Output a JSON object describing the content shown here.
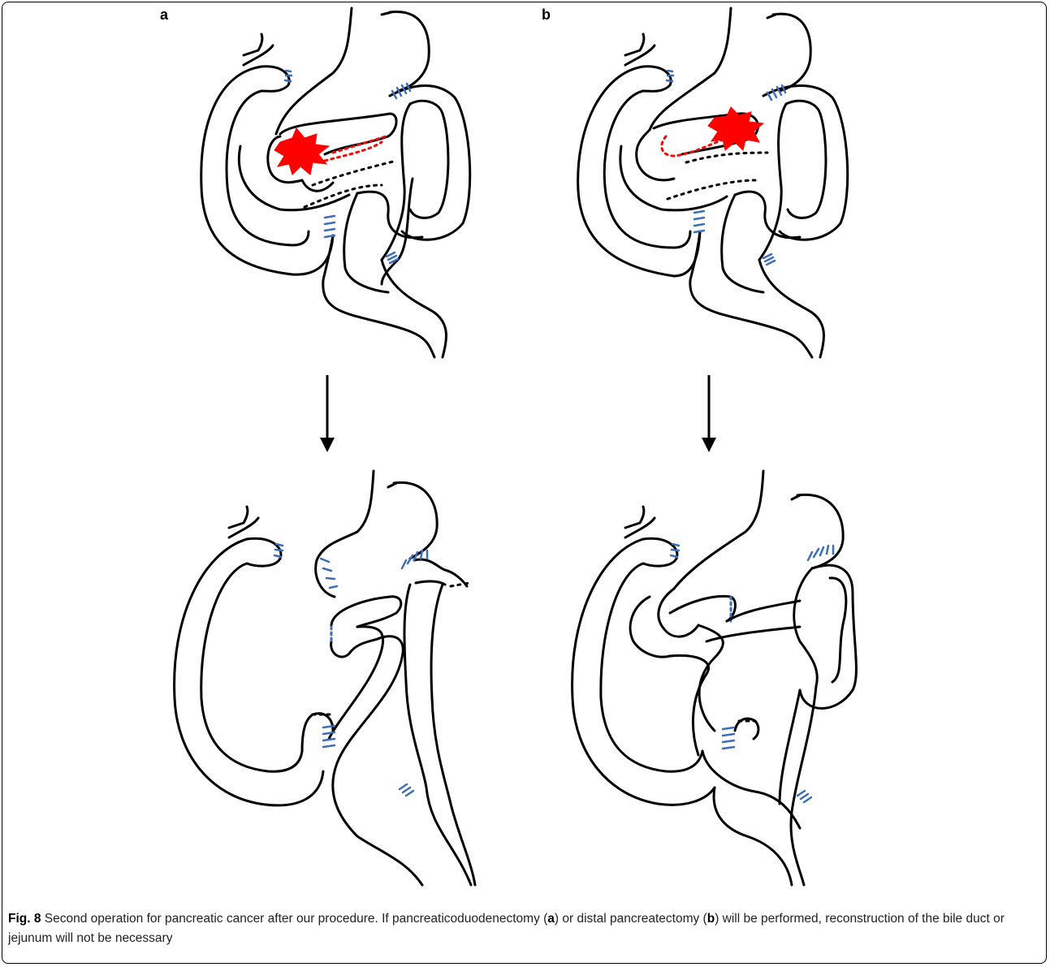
{
  "figure": {
    "panel_labels": {
      "a": "a",
      "b": "b"
    },
    "caption": {
      "fig_label": "Fig. 8",
      "part1": " Second operation for pancreatic cancer after our procedure. If pancreaticoduodenectomy (",
      "ref_a": "a",
      "part2": ") or distal pancreatectomy (",
      "ref_b": "b",
      "part3": ") will be performed, reconstruction of the bile duct or jejunum will not be necessary"
    },
    "colors": {
      "outline": "#000000",
      "tumor": "#ff0000",
      "resection_line": "#e8100f",
      "suture": "#3d6fb8"
    }
  }
}
